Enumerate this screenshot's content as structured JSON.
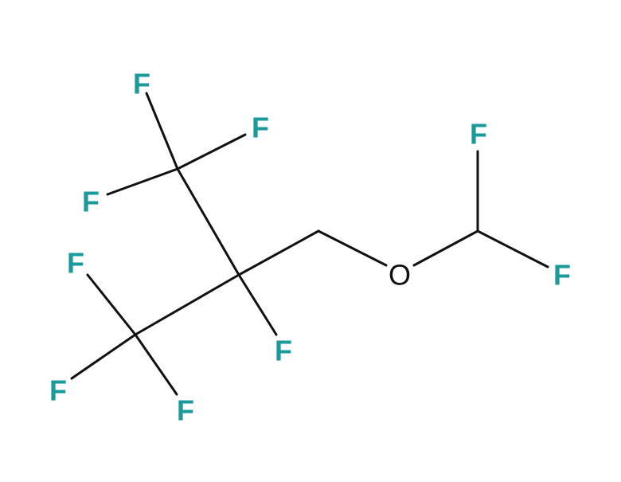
{
  "molecule": {
    "atoms": {
      "f1": "F",
      "f2": "F",
      "f3": "F",
      "f4": "F",
      "f5": "F",
      "f6": "F",
      "f7": "F",
      "o1": "O",
      "f8": "F",
      "f9": "F"
    },
    "colors": {
      "fluorine": "#1a9a9a",
      "oxygen": "#111111",
      "bond": "#111111"
    }
  }
}
